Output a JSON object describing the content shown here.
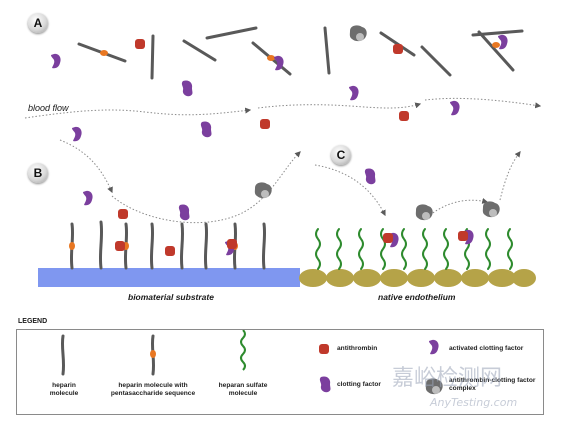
{
  "panels": {
    "a": "A",
    "b": "B",
    "c": "C"
  },
  "labels": {
    "blood_flow": "blood flow",
    "biomaterial_substrate": "biomaterial substrate",
    "native_endothelium": "native endothelium"
  },
  "legend": {
    "title": "LEGEND",
    "heparin_molecule": "heparin molecule",
    "heparin_pentasaccharide": "heparin molecule with pentasaccharide sequence",
    "heparan_sulfate": "heparan sulfate molecule",
    "antithrombin": "antithrombin",
    "clotting_factor": "clotting factor",
    "activated_clotting_factor": "activated clotting factor",
    "complex": "antithrombin-clotting factor complex"
  },
  "watermark": {
    "main": "嘉峪检测网",
    "url": "AnyTesting.com"
  },
  "colors": {
    "heparin": "#595959",
    "pentasaccharide": "#e87722",
    "antithrombin": "#c0392b",
    "clotting_factor": "#7b3f9e",
    "complex": "#6d6d6d",
    "heparan_sulfate": "#2e8b2e",
    "biomaterial": "#7f97f0",
    "endothelium": "#b5a348",
    "flow_arrow": "#8a8a8a"
  }
}
